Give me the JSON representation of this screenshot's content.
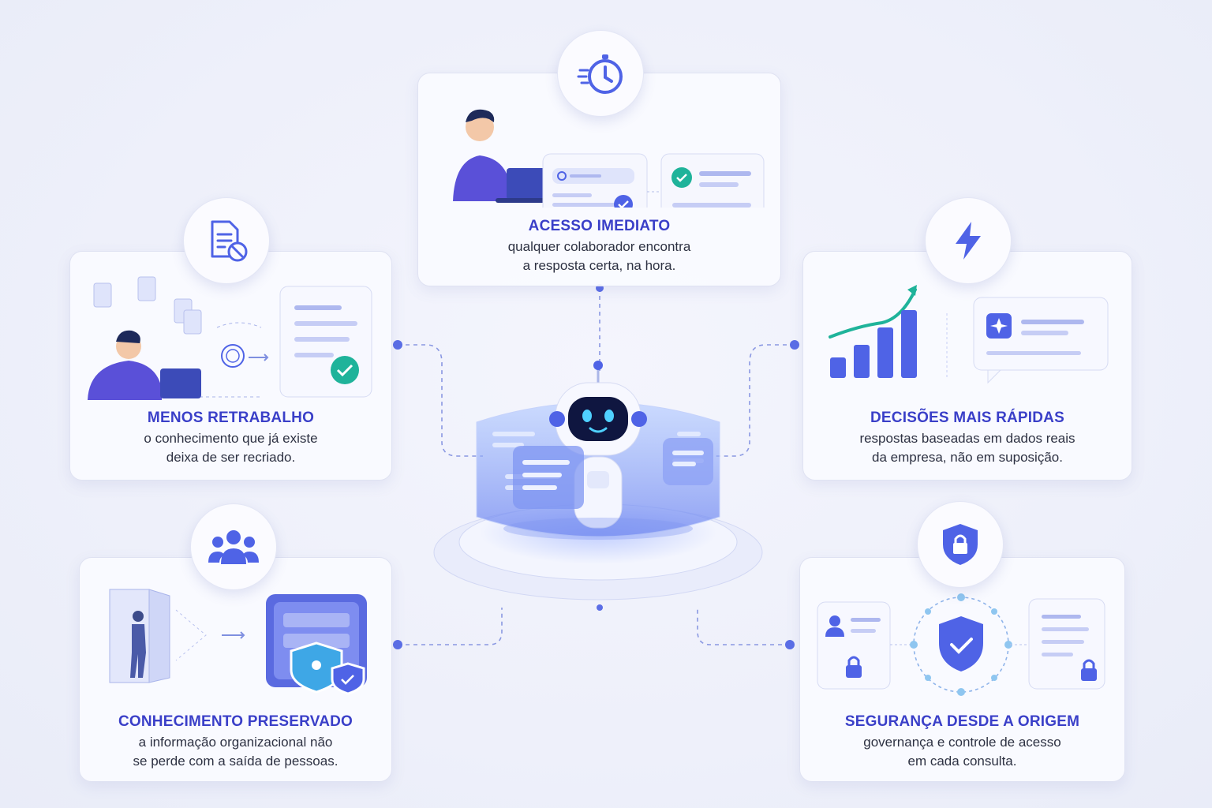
{
  "benefits": {
    "top": {
      "title": "ACESSO IMEDIATO",
      "line1": "qualquer colaborador encontra",
      "line2": "a resposta certa, na hora.",
      "icon": "stopwatch-icon"
    },
    "left_top": {
      "title": "MENOS RETRABALHO",
      "line1": "o conhecimento que já existe",
      "line2": "deixa de ser recriado.",
      "icon": "document-blocked-icon"
    },
    "right_top": {
      "title": "DECISÕES MAIS RÁPIDAS",
      "line1": "respostas baseadas em dados reais",
      "line2": "da empresa, não em suposição.",
      "icon": "lightning-icon"
    },
    "left_bottom": {
      "title": "CONHECIMENTO PRESERVADO",
      "line1": "a informação organizacional não",
      "line2": "se perde com a saída de pessoas.",
      "icon": "people-group-icon"
    },
    "right_bottom": {
      "title": "SEGURANÇA DESDE A ORIGEM",
      "line1": "governança e controle de acesso",
      "line2": "em cada consulta.",
      "icon": "shield-lock-icon"
    }
  },
  "colors": {
    "accent": "#3a3fc8",
    "primary_blue": "#4f63e6",
    "teal": "#1fb39a",
    "connector": "#7f8fe0"
  }
}
